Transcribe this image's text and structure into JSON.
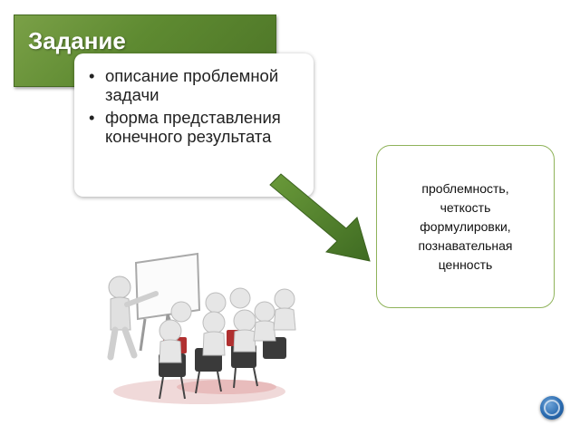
{
  "slide": {
    "title": "Задание",
    "task_items": [
      "описание проблемной задачи",
      "форма представления конечного результата"
    ],
    "criteria_text": "проблемность,\nчеткость\nформулировки,\nпознавательная\nценность"
  },
  "colors": {
    "title_bar": "#5e8a31",
    "arrow": "#4f7a2b",
    "criteria_border": "#8fb35a",
    "nav_icon": "#2a6bb0"
  },
  "icons": {
    "illustration": "presentation-audience-illustration",
    "nav": "navigation-circle-icon"
  }
}
